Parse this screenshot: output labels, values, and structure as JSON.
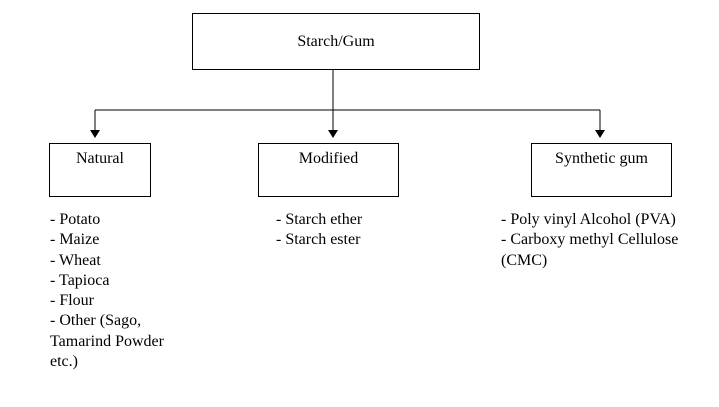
{
  "diagram": {
    "root": {
      "label": "Starch/Gum"
    },
    "categories": [
      {
        "label": "Natural",
        "items": [
          "- Potato",
          "- Maize",
          "- Wheat",
          "- Tapioca",
          "- Flour",
          "- Other (Sago, Tamarind Powder etc.)"
        ]
      },
      {
        "label": "Modified",
        "items": [
          "- Starch ether",
          "- Starch ester"
        ]
      },
      {
        "label": "Synthetic gum",
        "items": [
          "- Poly vinyl Alcohol (PVA)",
          "- Carboxy methyl Cellulose (CMC)"
        ]
      }
    ]
  }
}
